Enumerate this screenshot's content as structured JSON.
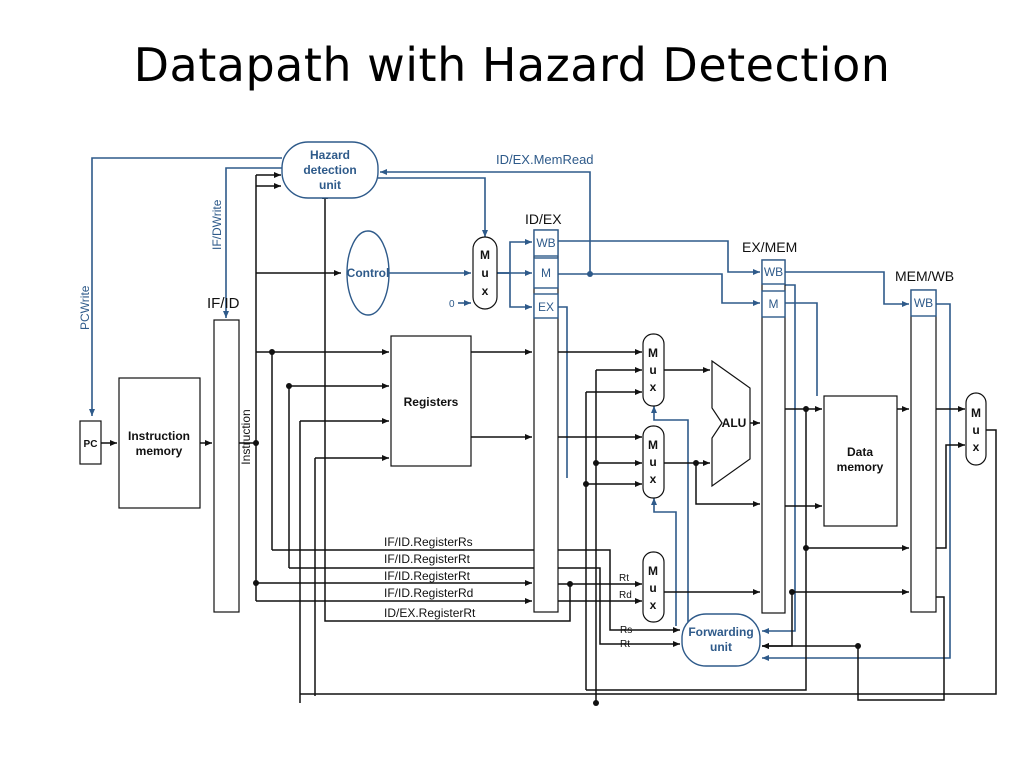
{
  "title": "Datapath with Hazard Detection",
  "units": {
    "hazard": [
      "Hazard",
      "detection",
      "unit"
    ],
    "control": "Control",
    "pc": "PC",
    "instruction_memory": [
      "Instruction",
      "memory"
    ],
    "instruction": "Instruction",
    "registers": "Registers",
    "alu": "ALU",
    "data_memory": [
      "Data",
      "memory"
    ],
    "forwarding": [
      "Forwarding",
      "unit"
    ],
    "mux": [
      "M",
      "u",
      "x"
    ]
  },
  "pipeline_registers": {
    "if_id": "IF/ID",
    "id_ex": "ID/EX",
    "ex_mem": "EX/MEM",
    "mem_wb": "MEM/WB"
  },
  "control_fields": {
    "wb": "WB",
    "m": "M",
    "ex": "EX"
  },
  "signals": {
    "pcwrite": "PCWrite",
    "ifdwrite": "IF/DWrite",
    "idex_memread": "ID/EX.MemRead",
    "zero": "0"
  },
  "register_fields": [
    "IF/ID.RegisterRs",
    "IF/ID.RegisterRt",
    "IF/ID.RegisterRt",
    "IF/ID.RegisterRd",
    "ID/EX.RegisterRt"
  ],
  "small_labels": {
    "rt": "Rt",
    "rd": "Rd",
    "rs": "Rs"
  }
}
